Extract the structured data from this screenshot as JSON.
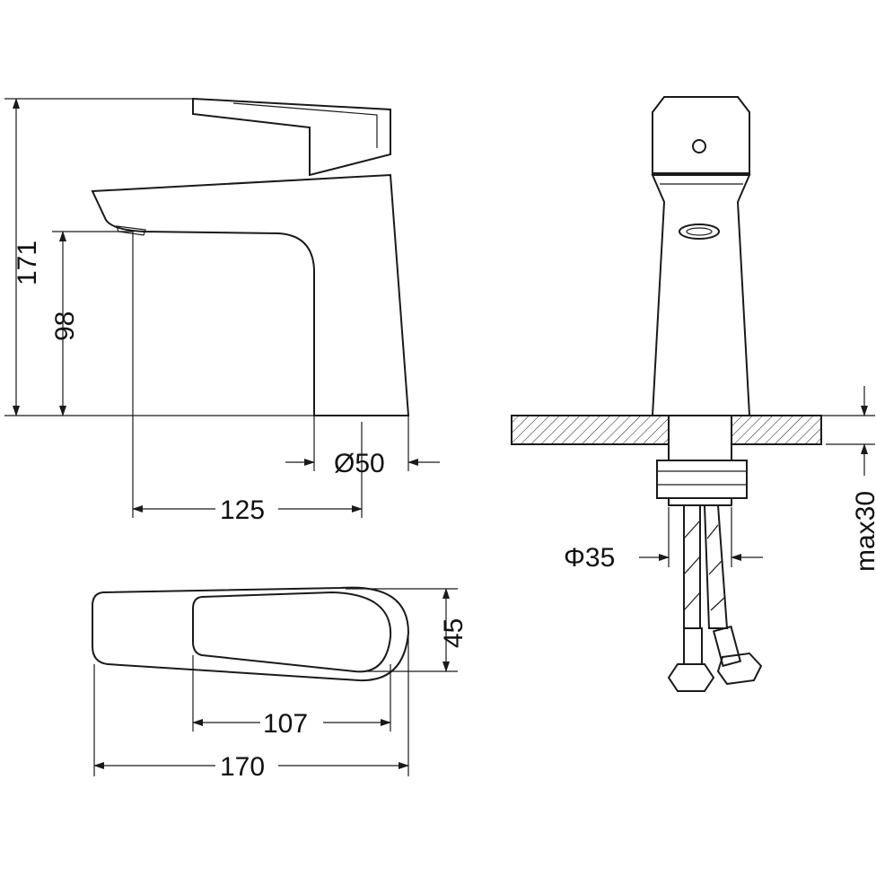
{
  "title": "Basin mixer dimension drawing",
  "dimensions": {
    "total_height": "171",
    "spout_height": "98",
    "base_diameter": "Ø50",
    "spout_reach": "125",
    "top_width": "45",
    "handle_length": "107",
    "total_length": "170",
    "hole_diameter": "Φ35",
    "max_counter_thickness": "max30"
  },
  "colors": {
    "line": "#1a1a1a",
    "background": "#ffffff"
  }
}
